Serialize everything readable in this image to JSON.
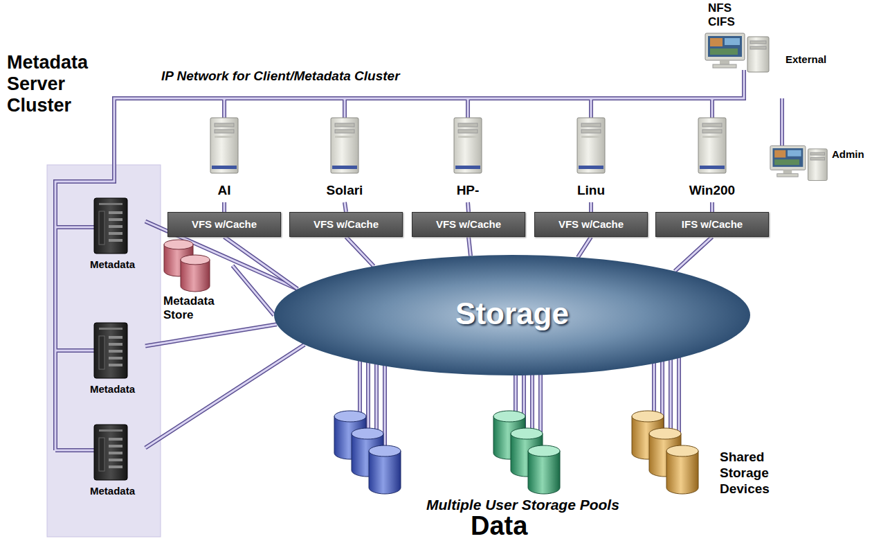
{
  "diagram": {
    "nodes": [
      {
        "text": [
          "Metadata Server Cluster"
        ]
      },
      {
        "text": [
          "Metadata"
        ],
        "in": 0
      },
      {
        "text": [
          "Metadata"
        ],
        "in": 0
      },
      {
        "text": [
          "Metadata"
        ],
        "in": 0
      },
      {
        "text": [
          "Metadata Store"
        ]
      },
      {
        "text": [
          "AI"
        ]
      },
      {
        "text": [
          "VFS w/Cache"
        ]
      },
      {
        "text": [
          "Solari"
        ]
      },
      {
        "text": [
          "VFS w/Cache"
        ]
      },
      {
        "text": [
          "HP-"
        ]
      },
      {
        "text": [
          "VFS w/Cache"
        ]
      },
      {
        "text": [
          "Linu"
        ]
      },
      {
        "text": [
          "VFS w/Cache"
        ]
      },
      {
        "text": [
          "Win200"
        ]
      },
      {
        "text": [
          "IFS w/Cache"
        ]
      },
      {
        "text": [
          "NFS CIFS",
          "External"
        ]
      },
      {
        "text": [
          "Admin"
        ]
      },
      {
        "text": [
          "Storage"
        ]
      }
    ],
    "edges": [
      {
        "from": 1,
        "to": 17,
        "arrow": "none"
      },
      {
        "from": 2,
        "to": 17,
        "arrow": "none"
      },
      {
        "from": 3,
        "to": 17,
        "arrow": "none"
      },
      {
        "from": 4,
        "to": 17,
        "arrow": "none"
      },
      {
        "from": 5,
        "to": 6,
        "arrow": "none"
      },
      {
        "from": 6,
        "to": 17,
        "arrow": "none"
      },
      {
        "from": 7,
        "to": 8,
        "arrow": "none"
      },
      {
        "from": 8,
        "to": 17,
        "arrow": "none"
      },
      {
        "from": 9,
        "to": 10,
        "arrow": "none"
      },
      {
        "from": 10,
        "to": 17,
        "arrow": "none"
      },
      {
        "from": 11,
        "to": 12,
        "arrow": "none"
      },
      {
        "from": 12,
        "to": 17,
        "arrow": "none"
      },
      {
        "from": 13,
        "to": 14,
        "arrow": "none"
      },
      {
        "from": 14,
        "to": 17,
        "arrow": "none"
      }
    ],
    "labels": [
      "IP Network for Client/Metadata Cluster",
      "Multiple User Storage Pools",
      "Data",
      "Shared Storage Devices"
    ]
  }
}
